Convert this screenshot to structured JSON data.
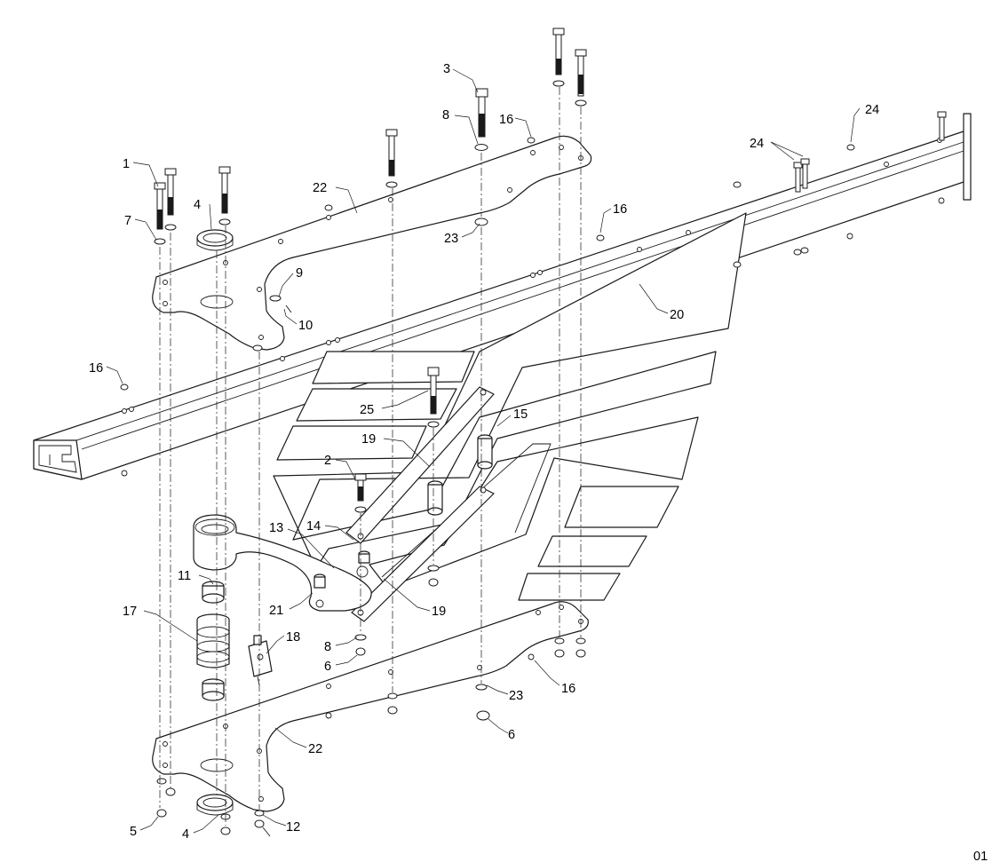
{
  "diagram": {
    "sheet_code": "01",
    "callouts": [
      {
        "id": "c1",
        "label": "1"
      },
      {
        "id": "c2",
        "label": "2"
      },
      {
        "id": "c3",
        "label": "3"
      },
      {
        "id": "c4a",
        "label": "4"
      },
      {
        "id": "c4b",
        "label": "4"
      },
      {
        "id": "c5",
        "label": "5"
      },
      {
        "id": "c6a",
        "label": "6"
      },
      {
        "id": "c6b",
        "label": "6"
      },
      {
        "id": "c7",
        "label": "7"
      },
      {
        "id": "c8a",
        "label": "8"
      },
      {
        "id": "c8b",
        "label": "8"
      },
      {
        "id": "c9",
        "label": "9"
      },
      {
        "id": "c10",
        "label": "10"
      },
      {
        "id": "c11",
        "label": "11"
      },
      {
        "id": "c12",
        "label": "12"
      },
      {
        "id": "c13",
        "label": "13"
      },
      {
        "id": "c14",
        "label": "14"
      },
      {
        "id": "c15",
        "label": "15"
      },
      {
        "id": "c16a",
        "label": "16"
      },
      {
        "id": "c16b",
        "label": "16"
      },
      {
        "id": "c16c",
        "label": "16"
      },
      {
        "id": "c16d",
        "label": "16"
      },
      {
        "id": "c17",
        "label": "17"
      },
      {
        "id": "c18",
        "label": "18"
      },
      {
        "id": "c19a",
        "label": "19"
      },
      {
        "id": "c19b",
        "label": "19"
      },
      {
        "id": "c20",
        "label": "20"
      },
      {
        "id": "c21",
        "label": "21"
      },
      {
        "id": "c22a",
        "label": "22"
      },
      {
        "id": "c22b",
        "label": "22"
      },
      {
        "id": "c23a",
        "label": "23"
      },
      {
        "id": "c23b",
        "label": "23"
      },
      {
        "id": "c24a",
        "label": "24"
      },
      {
        "id": "c24b",
        "label": "24"
      },
      {
        "id": "c25",
        "label": "25"
      }
    ]
  }
}
